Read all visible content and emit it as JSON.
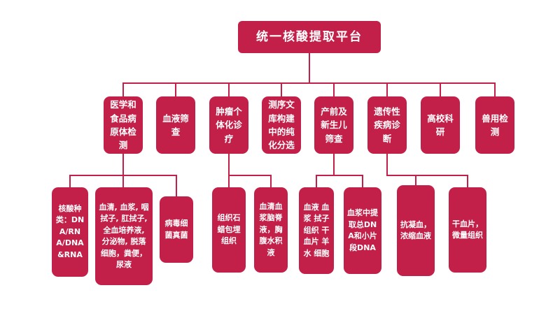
{
  "colors": {
    "node": "#c32049",
    "text": "#ffffff",
    "background": "#ffffff"
  },
  "root": {
    "label": "统一核酸提取平台"
  },
  "level2": [
    {
      "label": "医学和食品病原体检测"
    },
    {
      "label": "血液筛查"
    },
    {
      "label": "肿瘤个体化诊疗"
    },
    {
      "label": "测序文库构建中的纯化分选"
    },
    {
      "label": "产前及新生儿筛查"
    },
    {
      "label": "遗传性疾病诊断"
    },
    {
      "label": "高校科研"
    },
    {
      "label": "兽用检测"
    }
  ],
  "level3": {
    "pathogen": [
      {
        "label": "核酸种类：DNA/RNA/DNA&RNA"
      },
      {
        "label": "血清, 血浆, 咽拭子, 肛拭子, 全血培养液, 分泌物, 脱落细胞，粪便，尿液"
      },
      {
        "label": "病毒细菌真菌"
      }
    ],
    "tumor": [
      {
        "label": "组织石蜡包埋组织"
      },
      {
        "label": "血清血浆脑脊液，胸腹水积液"
      }
    ],
    "prenatal": [
      {
        "label": "血液 血浆 拭子 组织 干血片 羊水 细胞"
      },
      {
        "label": "血浆中提取总DNA和小片段DNA"
      }
    ],
    "genetic": [
      {
        "label": "抗凝血，浓缩血液"
      },
      {
        "label": "干血片，微量组织"
      }
    ]
  }
}
